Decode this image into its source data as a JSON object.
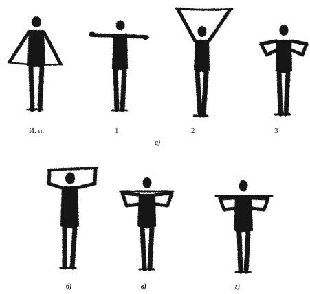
{
  "figure": {
    "row_a": {
      "pose_labels": [
        "И. п.",
        "1",
        "2",
        "3"
      ],
      "caption": "а)"
    },
    "row_b": {
      "captions": [
        "б)",
        "в)",
        "г)"
      ]
    }
  }
}
